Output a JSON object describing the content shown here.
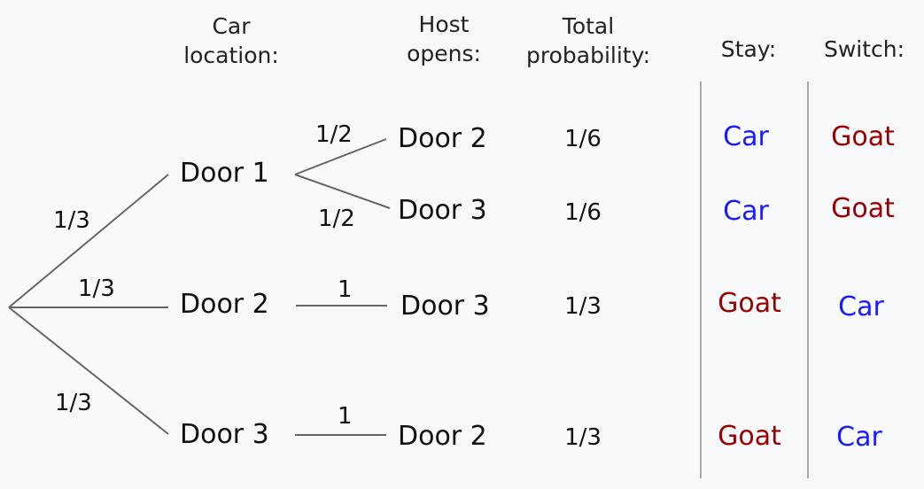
{
  "headers": {
    "car_location": [
      "Car",
      "location:"
    ],
    "host_opens": [
      "Host",
      "opens:"
    ],
    "total_probability": [
      "Total",
      "probability:"
    ],
    "stay": "Stay:",
    "switch": "Switch:"
  },
  "first_level": {
    "door1": {
      "label": "Door 1",
      "prob": "1/3"
    },
    "door2": {
      "label": "Door 2",
      "prob": "1/3"
    },
    "door3": {
      "label": "Door 3",
      "prob": "1/3"
    }
  },
  "second_level": {
    "d1_open2": {
      "label": "Door 2",
      "prob": "1/2"
    },
    "d1_open3": {
      "label": "Door 3",
      "prob": "1/2"
    },
    "d2_open3": {
      "label": "Door 3",
      "prob": "1"
    },
    "d3_open2": {
      "label": "Door 2",
      "prob": "1"
    }
  },
  "total_probabilities": [
    "1/6",
    "1/6",
    "1/3",
    "1/3"
  ],
  "stay_outcomes": [
    "Car",
    "Car",
    "Goat",
    "Goat"
  ],
  "switch_outcomes": [
    "Goat",
    "Goat",
    "Car",
    "Car"
  ],
  "colors": {
    "car": "#1a1aff",
    "goat": "#990000",
    "line": "#666666",
    "divider": "#aaaaaa"
  }
}
